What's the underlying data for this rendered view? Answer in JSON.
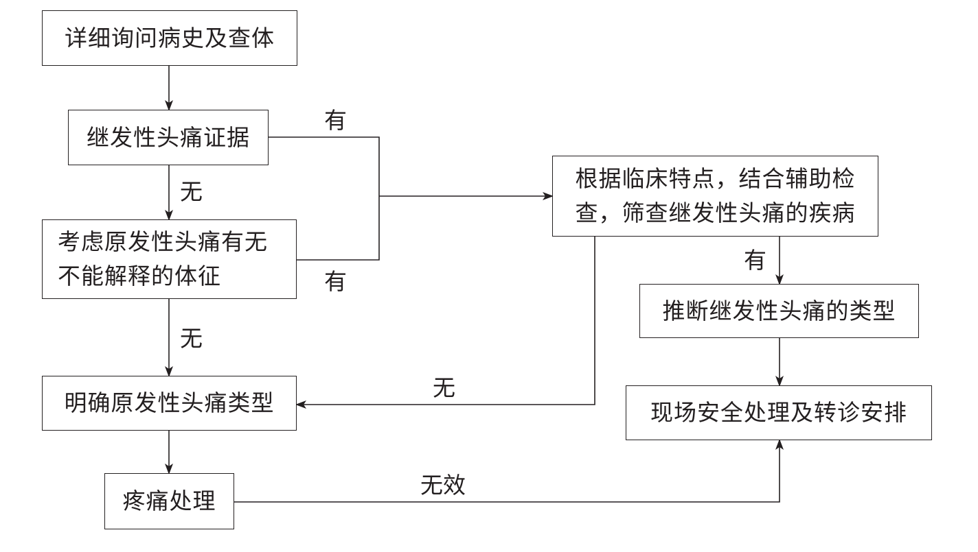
{
  "nodes": {
    "history": {
      "label": "详细询问病史及查体"
    },
    "secondary_evidence": {
      "label": "继发性头痛证据"
    },
    "consider_primary": {
      "lines": [
        "考虑原发性头痛有无",
        "不能解释的体征"
      ]
    },
    "screen_secondary": {
      "lines": [
        "根据临床特点，结合辅助检",
        "查，筛查继发性头痛的疾病"
      ]
    },
    "infer_type": {
      "label": "推断继发性头痛的类型"
    },
    "confirm_primary": {
      "label": "明确原发性头痛类型"
    },
    "onsite_safety": {
      "label": "现场安全处理及转诊安排"
    },
    "pain_management": {
      "label": "疼痛处理"
    }
  },
  "edge_labels": {
    "evidence_yes": "有",
    "evidence_no": "无",
    "signs_yes": "有",
    "signs_no": "无",
    "screen_yes": "有",
    "screen_no": "无",
    "treatment_ineffective": "无效"
  },
  "colors": {
    "line": "#231f20",
    "background": "#ffffff"
  }
}
